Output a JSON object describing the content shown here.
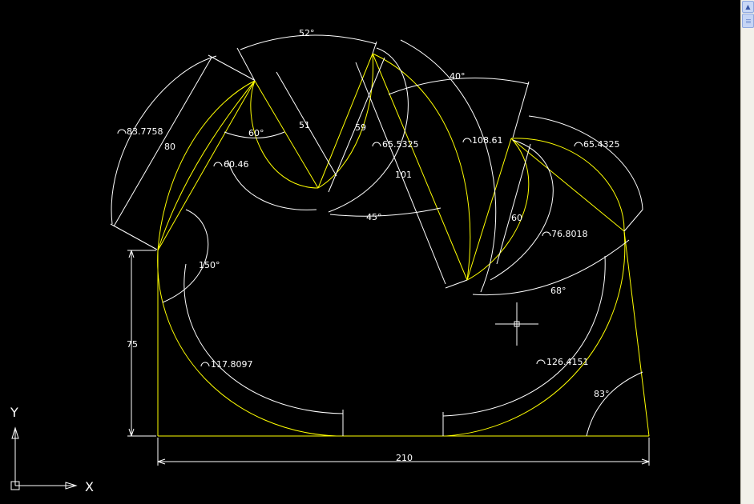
{
  "colors": {
    "background": "#000000",
    "geometry": "#ffff00",
    "dimension": "#ffffff"
  },
  "icons": {
    "ucs": "ucs-axes-icon",
    "crosshair": "crosshair-cursor-icon",
    "scroll_up": "scroll-up-arrow-icon"
  },
  "ucs": {
    "x_label": "X",
    "y_label": "Y"
  },
  "dimensions": {
    "angle_52": "52°",
    "angle_40": "40°",
    "arc_83_7758": "83.7758",
    "len_80": "80",
    "angle_60": "60°",
    "len_51": "51",
    "len_59": "59",
    "arc_65_5325": "65.5325",
    "len_101": "101",
    "arc_108_61": "108.61",
    "arc_65_4325": "65.4325",
    "arc_60_46": "60.46",
    "angle_45": "45°",
    "len_60": "60",
    "arc_76_8018": "76.8018",
    "angle_150": "150°",
    "angle_68": "68°",
    "len_75": "75",
    "arc_117_8097": "117.8097",
    "arc_126_4151": "126.4151",
    "angle_83": "83°",
    "len_210": "210"
  }
}
